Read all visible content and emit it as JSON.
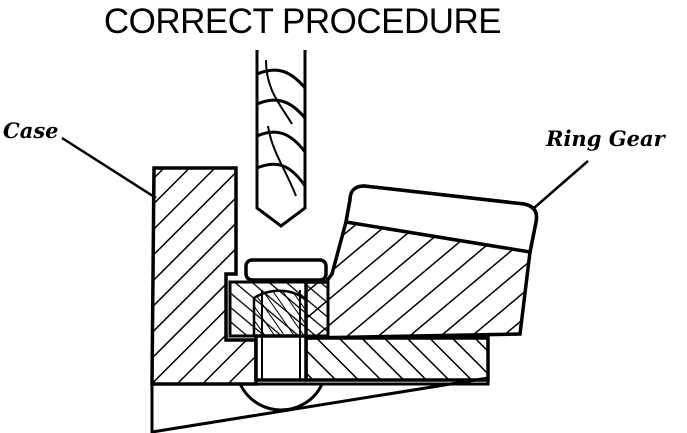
{
  "title": "CORRECT PROCEDURE",
  "labels": {
    "case": "Case",
    "ring_gear": "Ring Gear"
  },
  "colors": {
    "ink": "#000000",
    "paper": "#ffffff"
  }
}
